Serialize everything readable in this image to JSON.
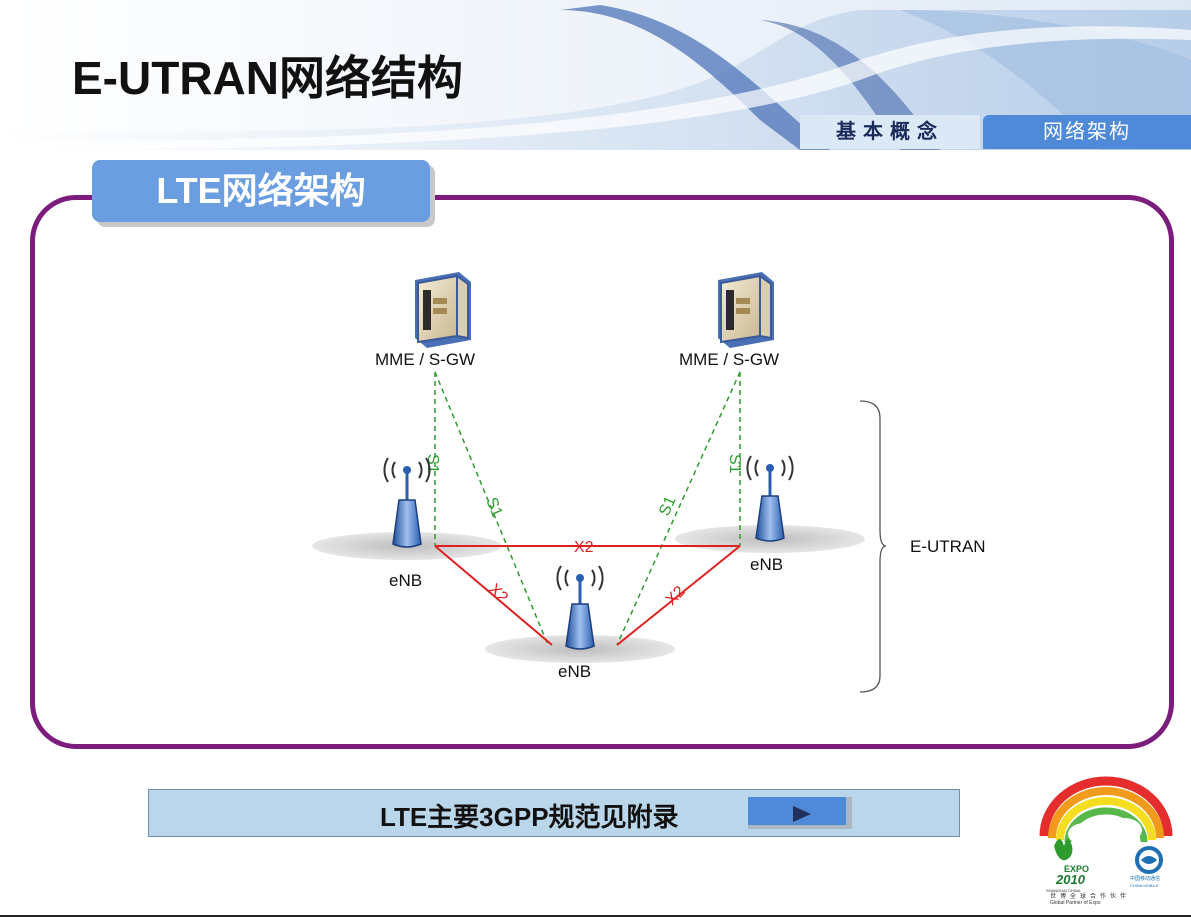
{
  "header": {
    "title": "E-UTRAN网络结构",
    "tab_basic": "基本概念",
    "tab_current": "网络架构"
  },
  "section": {
    "label": "LTE网络架构"
  },
  "diagram": {
    "core_nodes": [
      {
        "label": "MME / S-GW"
      },
      {
        "label": "MME / S-GW"
      }
    ],
    "enb_nodes": [
      {
        "label": "eNB"
      },
      {
        "label": "eNB"
      },
      {
        "label": "eNB"
      }
    ],
    "interfaces": {
      "s1": "S1",
      "x2": "X2"
    },
    "group_label": "E-UTRAN",
    "colors": {
      "s1_line": "#2e9b2e",
      "x2_line": "#e02020",
      "frame": "#7c1d7e",
      "accent": "#4f8ad8"
    }
  },
  "footer": {
    "appendix_text": "LTE主要3GPP规范见附录",
    "play_icon": "play-icon",
    "logo": {
      "expo_text": "EXPO",
      "year_text": "2010",
      "city_text": "SHANGHAI CHINA",
      "company_cn": "中国移动通信",
      "company_en": "CHINA MOBILE",
      "partner_cn": "世博全球合作伙伴",
      "partner_en": "Global Partner of Expo"
    }
  }
}
